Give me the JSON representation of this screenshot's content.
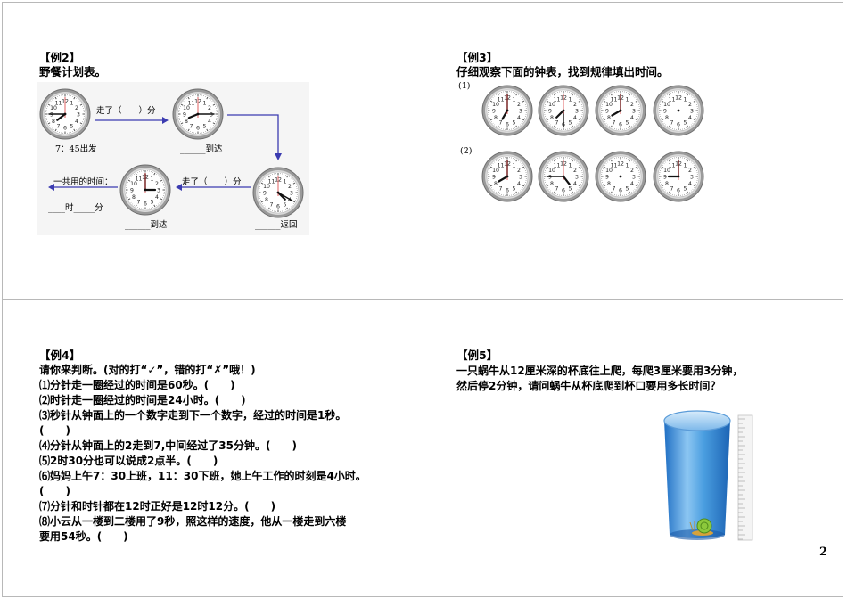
{
  "ex2": {
    "title": "【例2】",
    "subtitle": "野餐计划表。",
    "walk1": "走了（　　）分",
    "depart": "7：45出发",
    "arrive1": "______到达",
    "walk2": "走了（　　）分",
    "total_label": "一共用的时间：",
    "total_blank": "____时_____分",
    "arrive2": "______到达",
    "return": "______返回"
  },
  "ex3": {
    "title": "【例3】",
    "question": "仔细观察下面的钟表，找到规律填出时间。",
    "row1_label": "(1)",
    "row2_label": "(2)"
  },
  "ex4": {
    "title": "【例4】",
    "lines": [
      "请你来判断。(对的打“✓”，错的打“✗”哦！)",
      "⑴分针走一圈经过的时间是60秒。(　　)",
      "⑵时针走一圈经过的时间是24小时。(　　)",
      "⑶秒针从钟面上的一个数字走到下一个数字，经过的时间是1秒。",
      "(　　)",
      "⑷分针从钟面上的2走到7,中间经过了35分钟。(　　)",
      "⑸2时30分也可以说成2点半。(　　)",
      "⑹妈妈上午7：30上班，11：30下班，她上午工作的时刻是4小时。",
      "(　　)",
      "⑺分针和时针都在12时正好是12时12分。(　　)",
      "⑻小云从一楼到二楼用了9秒，照这样的速度，他从一楼走到六楼",
      "要用54秒。(　　)"
    ]
  },
  "ex5": {
    "title": "【例5】",
    "lines": [
      "一只蜗牛从12厘米深的杯底往上爬，每爬3厘米要用3分钟，",
      "然后停2分钟，请问蜗牛从杯底爬到杯口要用多长时间？"
    ]
  },
  "page_number": "2",
  "colors": {
    "arrow": "#3b3bb0",
    "second_hand": "#d42020",
    "clock_rim": "#8c8c8c",
    "water": "#3f8fd8",
    "snail": "#8cc83c"
  }
}
